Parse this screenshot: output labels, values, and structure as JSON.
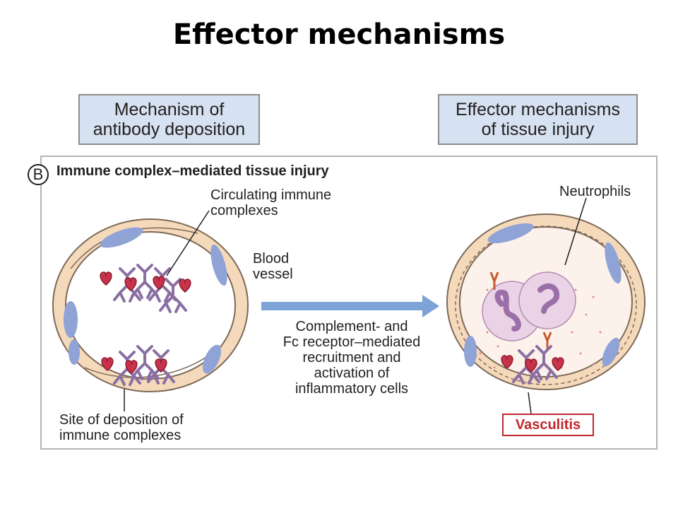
{
  "title": "Effector mechanisms",
  "header_left": {
    "line1": "Mechanism of",
    "line2": "antibody deposition"
  },
  "header_right": {
    "line1": "Effector mechanisms",
    "line2": "of tissue injury"
  },
  "panel": {
    "badge": "B",
    "title": "Immune complex–mediated tissue injury"
  },
  "labels": {
    "circulating": {
      "line1": "Circulating immune",
      "line2": "complexes"
    },
    "blood_vessel": {
      "line1": "Blood",
      "line2": "vessel"
    },
    "site": {
      "line1": "Site of deposition of",
      "line2": "immune complexes"
    },
    "neutrophils": "Neutrophils",
    "center": {
      "line1": "Complement- and",
      "line2": "Fc receptor–mediated",
      "line3": "recruitment and",
      "line4": "activation of",
      "line5": "inflammatory cells"
    },
    "vasculitis": "Vasculitis"
  },
  "colors": {
    "header_fill": "#d6e2f1",
    "vessel_wall": "#f5d9bb",
    "endothelial": "#8fa3d6",
    "antigen": "#c8334b",
    "antibody": "#8a6fa3",
    "neutrophil": "#ead3e6",
    "arrow": "#7da3d8",
    "vasculitis": "#c1272d"
  }
}
